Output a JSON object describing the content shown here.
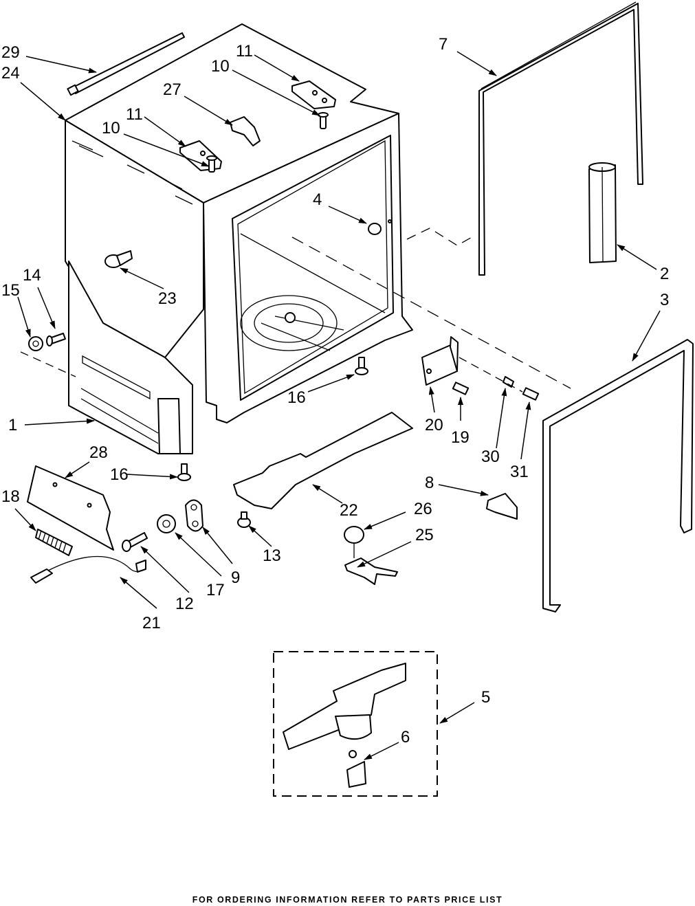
{
  "labels": {
    "l1": "1",
    "l2": "2",
    "l3": "3",
    "l4": "4",
    "l5": "5",
    "l6": "6",
    "l7": "7",
    "l8": "8",
    "l9": "9",
    "l10a": "10",
    "l10b": "10",
    "l11a": "11",
    "l11b": "11",
    "l12": "12",
    "l13": "13",
    "l14": "14",
    "l15": "15",
    "l16a": "16",
    "l16b": "16",
    "l16c": "16",
    "l17": "17",
    "l18": "18",
    "l19": "19",
    "l20": "20",
    "l21": "21",
    "l22": "22",
    "l23": "23",
    "l24": "24",
    "l25": "25",
    "l26": "26",
    "l27": "27",
    "l28": "28",
    "l29": "29",
    "l30": "30",
    "l31": "31"
  },
  "footer": "FOR ORDERING INFORMATION REFER TO PARTS PRICE LIST"
}
